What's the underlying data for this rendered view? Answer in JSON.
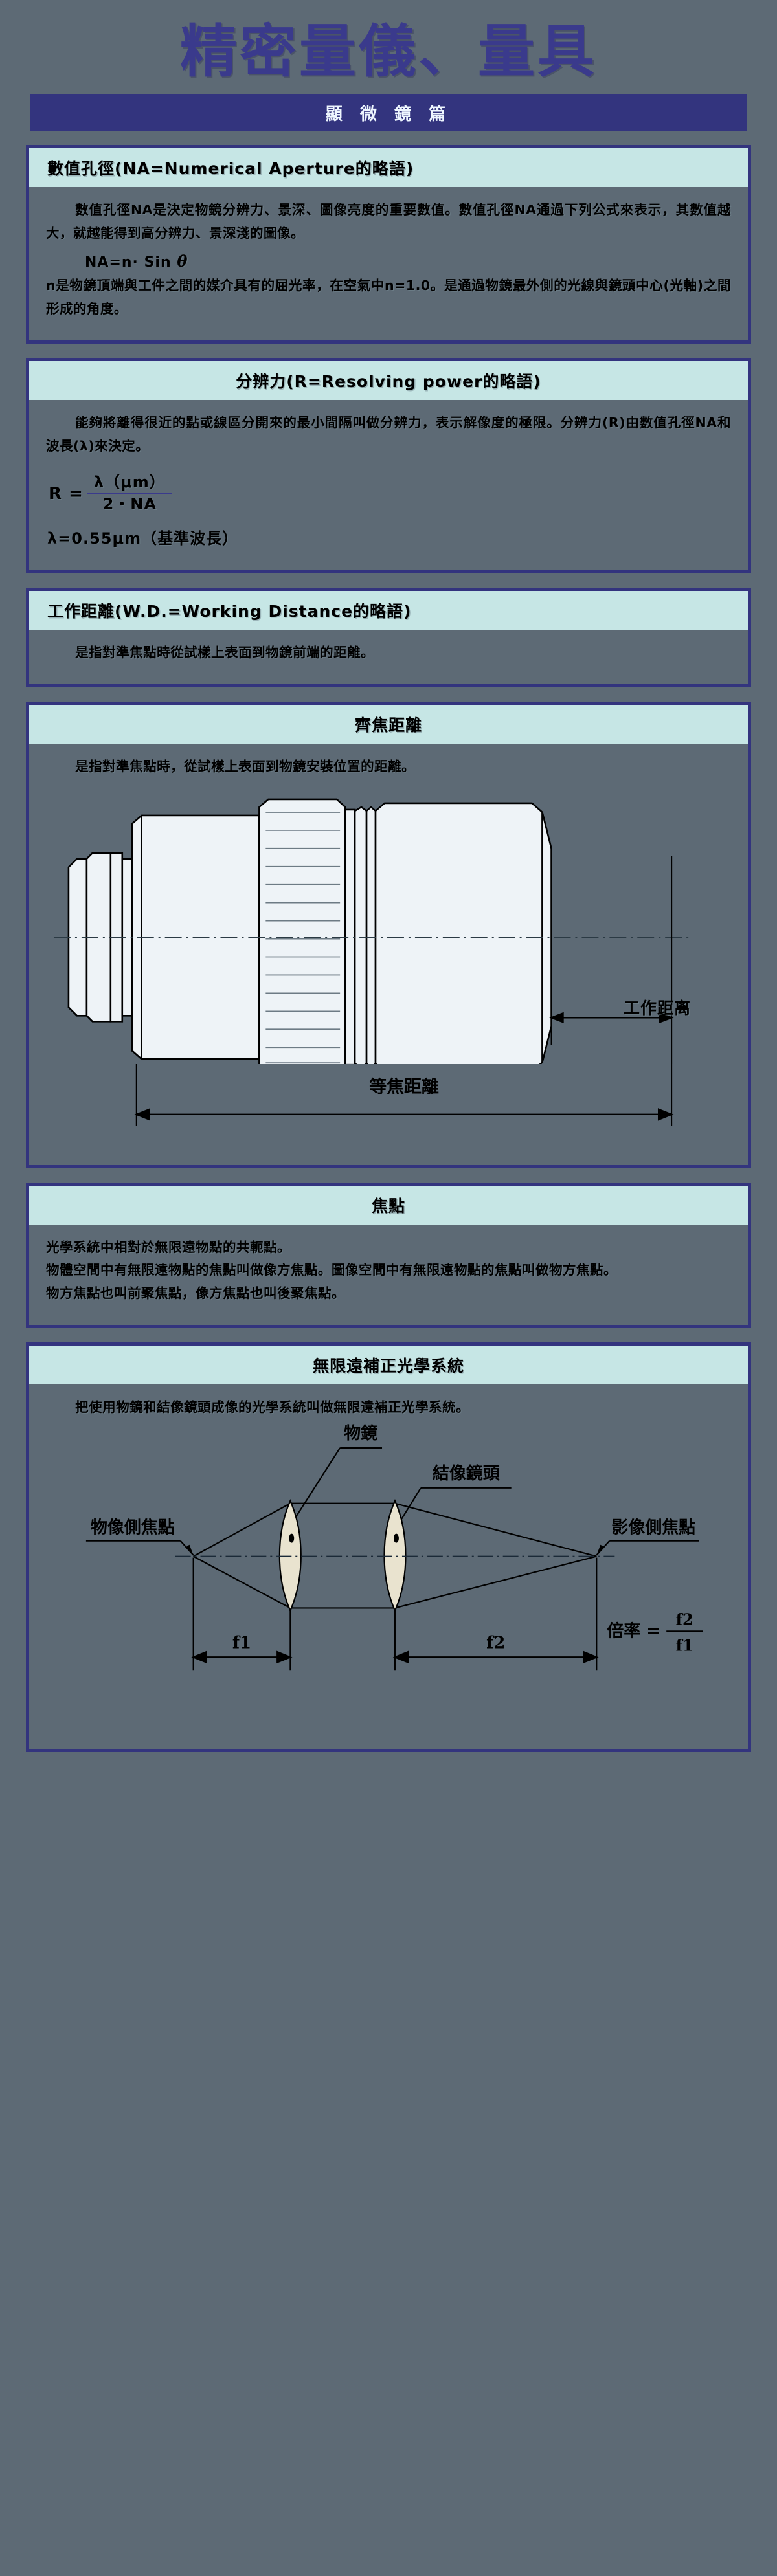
{
  "header": {
    "title": "精密量儀、量具",
    "subtitle": "顯 微 鏡 篇"
  },
  "colors": {
    "background": "#5d6a75",
    "accent_navy": "#33347e",
    "header_band": "#c6e6e5",
    "title_text": "#3a3a8c",
    "body_text": "#000000",
    "lens_fill": "#eef3f7",
    "lens_glass": "#e9e3cf"
  },
  "sections": [
    {
      "id": "numerical-aperture",
      "title": "數值孔徑(NA=Numerical Aperture的略語)",
      "title_align": "left",
      "paragraphs": [
        "數值孔徑NA是決定物鏡分辨力、景深、圖像亮度的重要數值。數值孔徑NA通過下列公式來表示，其數值越大，就越能得到高分辨力、景深淺的圖像。"
      ],
      "formula": {
        "lhs": "NA=n·",
        "fn": "Sin",
        "symbol": "θ"
      },
      "paragraphs_after": [
        "n是物鏡頂端與工件之間的媒介具有的屈光率，在空氣中n=1.0。是通過物鏡最外側的光線與鏡頭中心(光軸)之間形成的角度。"
      ]
    },
    {
      "id": "resolving-power",
      "title": "分辨力(R=Resolving power的略語)",
      "title_align": "center",
      "paragraphs": [
        "能夠將離得很近的點或線區分開來的最小間隔叫做分辨力，表示解像度的極限。分辨力(R)由數值孔徑NA和波長(λ)來決定。"
      ],
      "fraction": {
        "lhs": "R =",
        "numerator": "λ（μm）",
        "denominator": "2・NA"
      },
      "note": "λ=0.55μm（基準波長）"
    },
    {
      "id": "working-distance",
      "title": "工作距離(W.D.=Working Distance的略語)",
      "title_align": "left",
      "paragraphs": [
        "是指對準焦點時從試樣上表面到物鏡前端的距離。"
      ]
    },
    {
      "id": "parfocal-distance",
      "title": "齊焦距離",
      "title_align": "center",
      "paragraphs": [
        "是指對準焦點時，從試樣上表面到物鏡安裝位置的距離。"
      ],
      "figure": {
        "type": "lens-drawing",
        "labels": {
          "working_distance": "工作距离",
          "parfocal_distance": "等焦距離"
        }
      }
    },
    {
      "id": "focal-point",
      "title": "焦點",
      "title_align": "center",
      "paragraphs": [
        "光學系統中相對於無限遠物點的共軛點。",
        "物體空間中有無限遠物點的焦點叫做像方焦點。圖像空間中有無限遠物點的焦點叫做物方焦點。",
        "物方焦點也叫前聚焦點，像方焦點也叫後聚焦點。"
      ]
    },
    {
      "id": "infinity-corrected",
      "title": "無限遠補正光學系統",
      "title_align": "center",
      "paragraphs": [
        "把使用物鏡和結像鏡頭成像的光學系統叫做無限遠補正光學系統。"
      ],
      "figure": {
        "type": "optical-diagram",
        "labels": {
          "objective": "物鏡",
          "tube_lens": "結像鏡頭",
          "object_side_focus": "物像側焦點",
          "image_side_focus": "影像側焦點",
          "f1": "f1",
          "f2": "f2",
          "magnification_label": "倍率 =",
          "magnification_num": "f2",
          "magnification_den": "f1"
        }
      }
    }
  ]
}
